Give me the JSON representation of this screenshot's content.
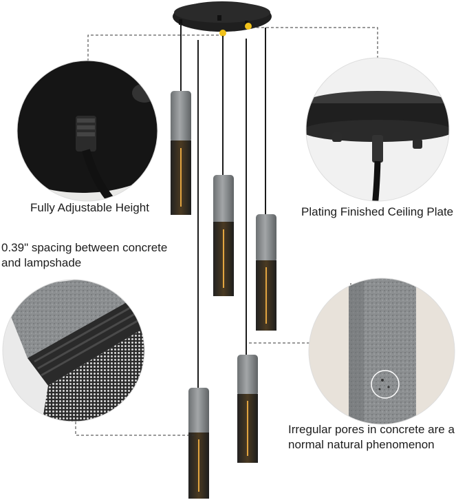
{
  "callouts": {
    "height": {
      "text": "Fully Adjustable Height"
    },
    "ceiling": {
      "text": "Plating Finished Ceiling Plate"
    },
    "spacing": {
      "line1": "0.39\" spacing between concrete",
      "line2": "and lampshade"
    },
    "pores": {
      "line1": "Irregular pores in concrete are a",
      "line2": "normal natural phenomenon"
    }
  },
  "colors": {
    "fixture_black": "#1e1e1e",
    "concrete_gray": "#8e9294",
    "bulb_amber": "#c8862a",
    "marker_yellow": "#f1c21b",
    "leader_dash": "#333333",
    "background": "#ffffff"
  }
}
